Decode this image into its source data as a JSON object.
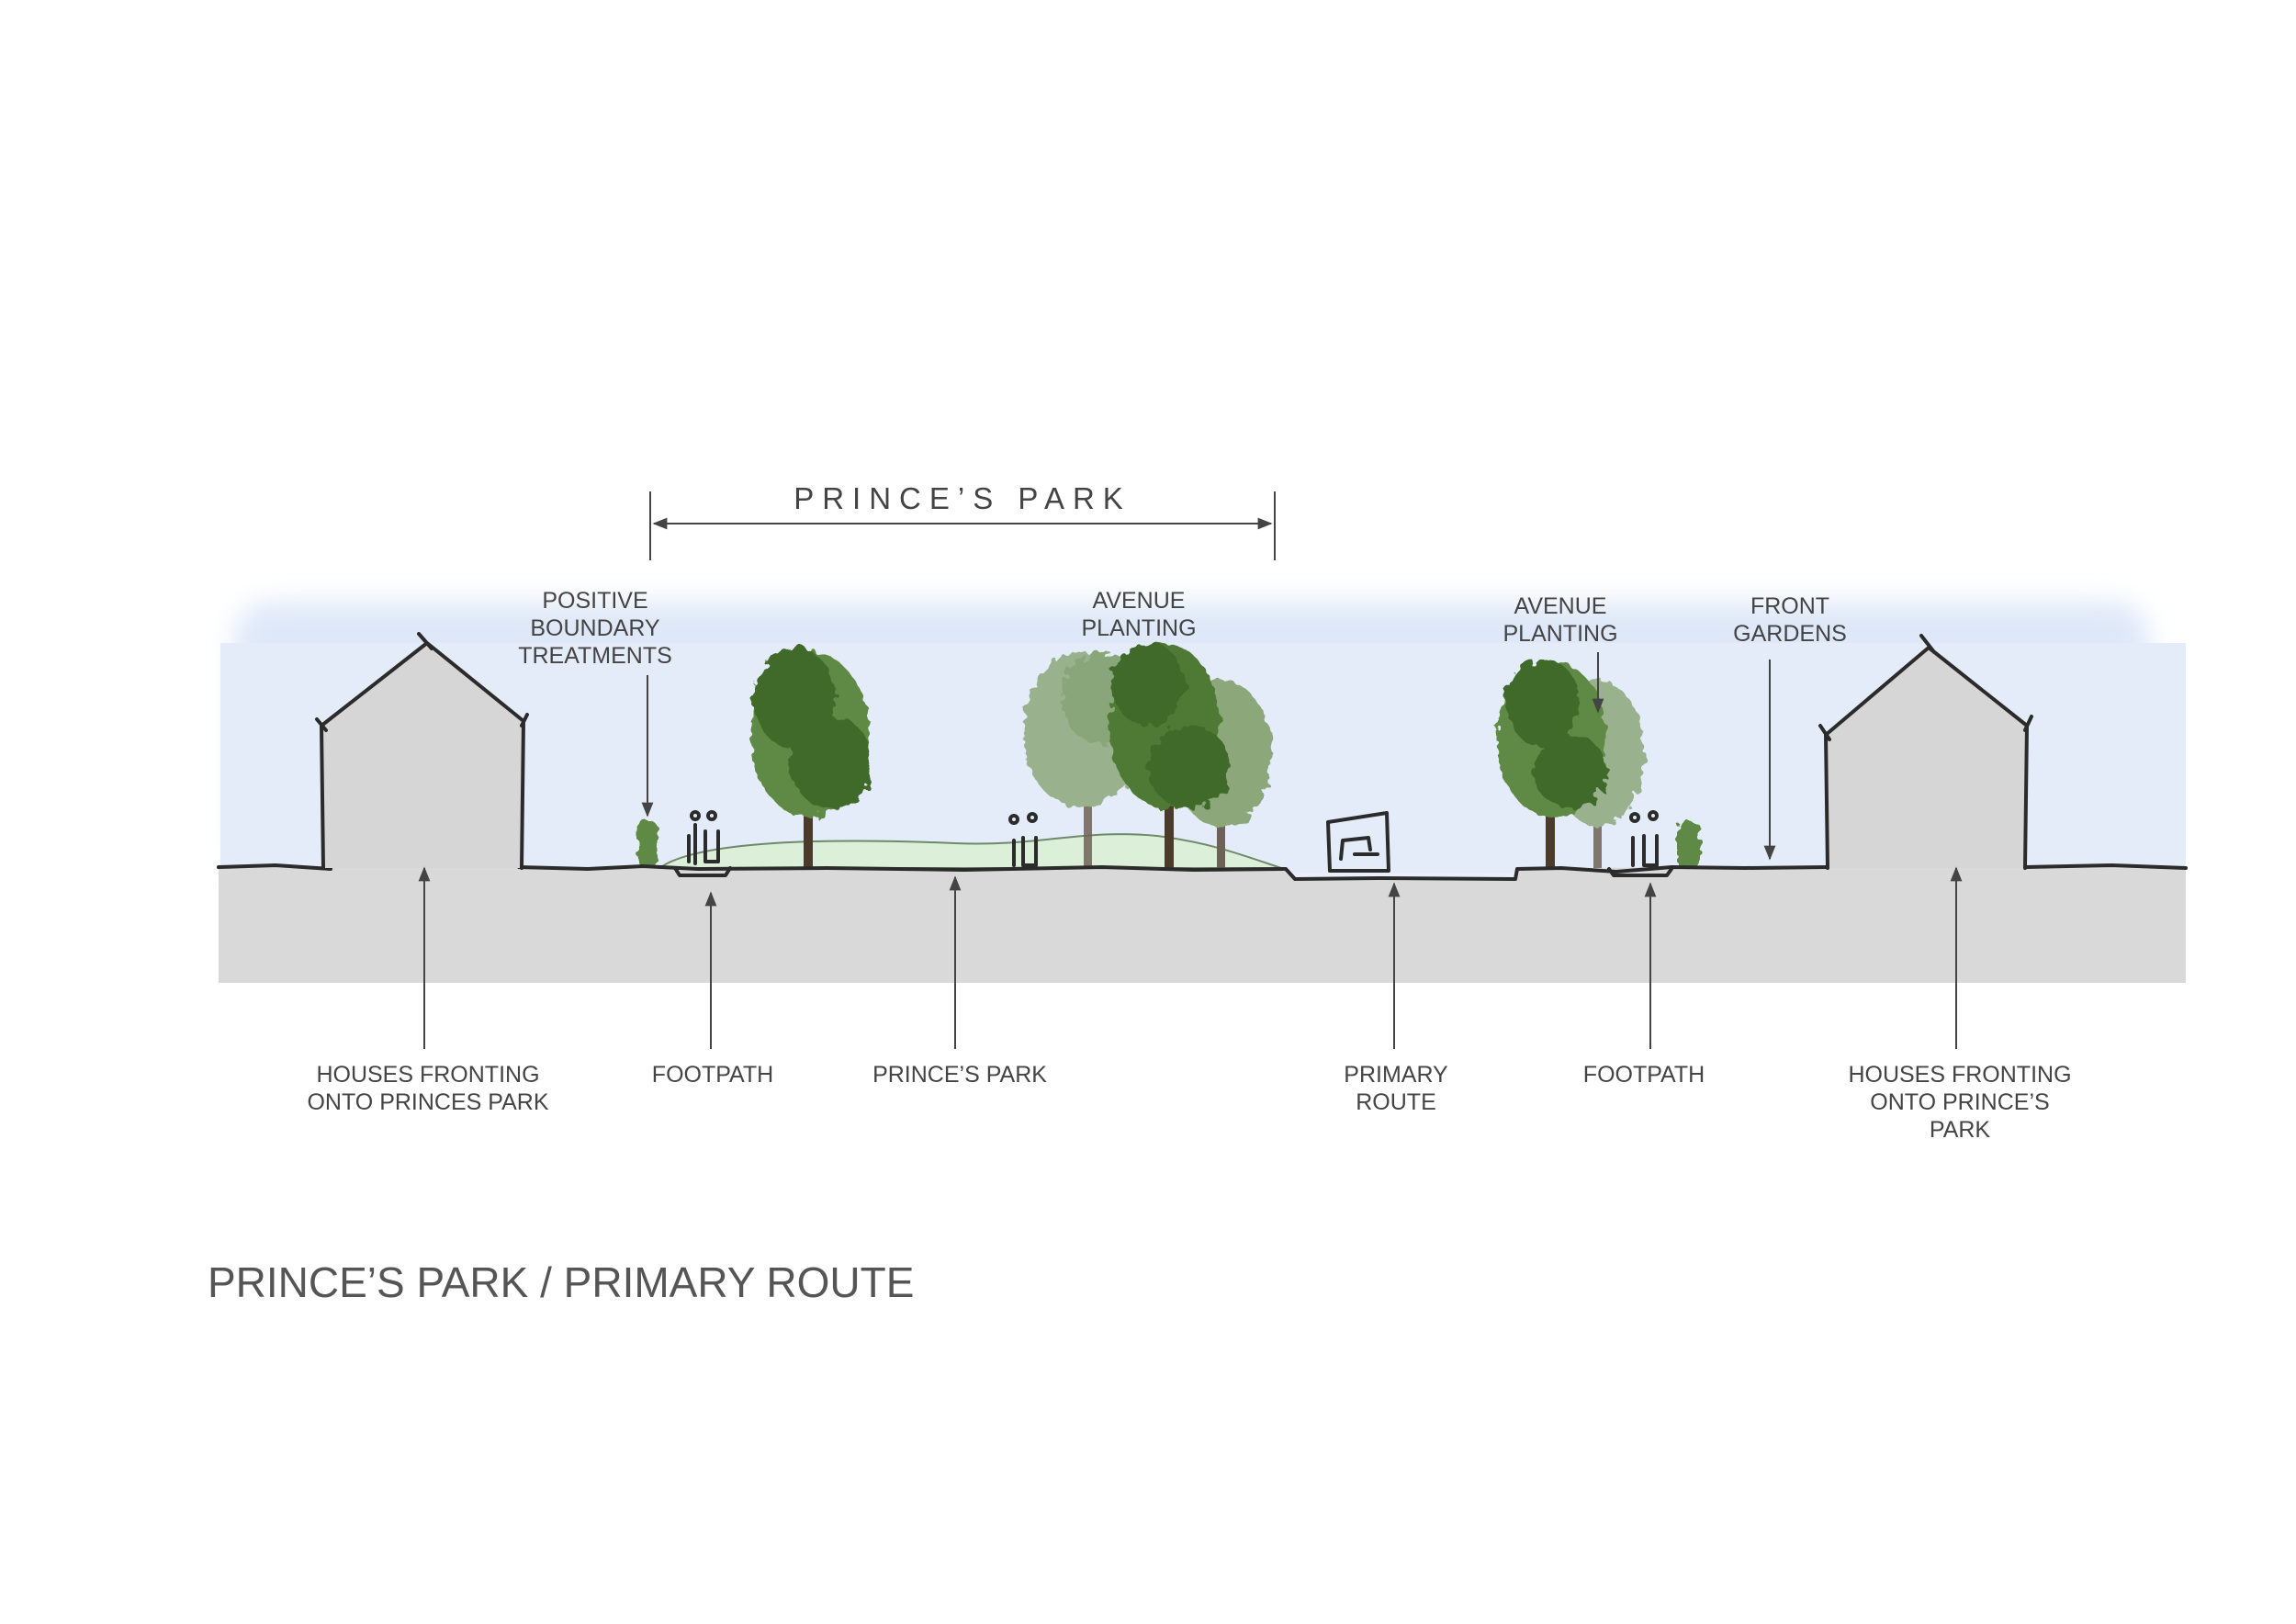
{
  "title": "PRINCE’S PARK / PRIMARY ROUTE",
  "span": {
    "label": "PRINCE’S PARK"
  },
  "top_labels": {
    "boundary": [
      "POSITIVE",
      "BOUNDARY",
      "TREATMENTS"
    ],
    "avenue_left": [
      "AVENUE",
      "PLANTING"
    ],
    "avenue_right": [
      "AVENUE",
      "PLANTING"
    ],
    "front_gardens": [
      "FRONT",
      "GARDENS"
    ]
  },
  "bottom_labels": {
    "houses_left": [
      "HOUSES FRONTING",
      "ONTO PRINCES PARK"
    ],
    "footpath_left": [
      "FOOTPATH"
    ],
    "park": [
      "PRINCE’S PARK"
    ],
    "primary_route": [
      "PRIMARY",
      "ROUTE"
    ],
    "footpath_right": [
      "FOOTPATH"
    ],
    "houses_right": [
      "HOUSES FRONTING",
      "ONTO PRINCE’S",
      "PARK"
    ]
  },
  "colors": {
    "sky": "#dfe8f8",
    "ground": "#d9d9d9",
    "house": "#d6d6d6",
    "mound": "#dcefd8",
    "tree_dark": "#3f6b2b",
    "tree_mid": "#5f8a44",
    "tree_light": "#8ca77a"
  }
}
